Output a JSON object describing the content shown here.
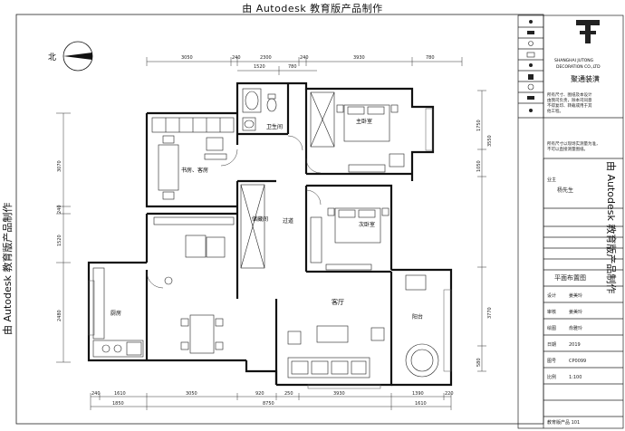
{
  "watermark": "由 Autodesk 教育版产品制作",
  "north": "北",
  "dims_top_outer": [
    "3050",
    "240",
    "2300",
    "240",
    "3930",
    "780"
  ],
  "dims_top_inner": [
    "1520",
    "780"
  ],
  "dims_bottom_inner": [
    "240",
    "1610",
    "3050",
    "920",
    "250",
    "3930",
    "1390",
    "220"
  ],
  "dims_bottom_outer": [
    "1850",
    "8750",
    "1610"
  ],
  "dims_left": [
    "3070",
    "240",
    "1520",
    "2480"
  ],
  "dims_right": [
    "1750",
    "3550",
    "1050",
    "3770",
    "580"
  ],
  "rooms": {
    "bathroom": "卫生间",
    "master": "主卧室",
    "study": "书房、客房",
    "storage": "储藏间",
    "corridor": "过道",
    "second": "次卧室",
    "kitchen": "厨房",
    "living": "客厅",
    "balcony": "阳台"
  },
  "logo": {
    "en_line1": "SHANGHAI    JUTONG",
    "en_line2": "DECORATION CO.,LTD",
    "cn": "聚通装潢"
  },
  "notes": {
    "a1": "所有尺寸、图纸及本设计",
    "a2": "由我司负责，除本司同意",
    "a3": "不得复印、转载或用于其",
    "a4": "他工程。",
    "b1": "所有尺寸以现场实测量为准，",
    "b2": "不可以直接测量图纸。"
  },
  "title_block": {
    "client_label": "业主",
    "client": "杨先生",
    "drawing_title": "平面布置图",
    "designer_label": "设计",
    "designer": "姜美玲",
    "check_label": "审核",
    "check": "姜美玲",
    "draw_label": "绘图",
    "draw": "俞雅玲",
    "date_label": "日期",
    "date": "2019",
    "no_label": "图号",
    "no": "CP0099",
    "scale_label": "比例",
    "scale": "1:100",
    "footer": "教育版产品 101"
  }
}
